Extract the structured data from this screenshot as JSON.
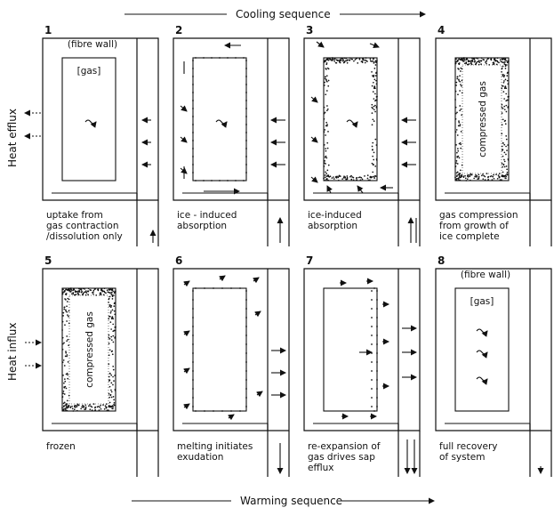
{
  "cooling_sequence": "Cooling sequence",
  "warming_sequence": "Warming sequence",
  "heat_efflux": "Heat efflux",
  "heat_influx": "Heat influx",
  "fibre_wall": "(fibre wall)",
  "gas": "[gas]",
  "compressed_gas": "compressed gas",
  "panels": [
    {
      "num": "1",
      "caption": [
        "uptake from",
        "gas contraction",
        "/dissolution only"
      ]
    },
    {
      "num": "2",
      "caption": [
        "ice - induced",
        "absorption"
      ]
    },
    {
      "num": "3",
      "caption": [
        "ice-induced",
        "absorption"
      ]
    },
    {
      "num": "4",
      "caption": [
        "gas compression",
        "from growth of",
        "ice complete"
      ]
    },
    {
      "num": "5",
      "caption": [
        "frozen"
      ]
    },
    {
      "num": "6",
      "caption": [
        "melting initiates",
        "exudation"
      ]
    },
    {
      "num": "7",
      "caption": [
        "re-expansion of",
        "gas drives sap",
        "efflux"
      ]
    },
    {
      "num": "8",
      "caption": [
        "full recovery",
        "of system"
      ]
    }
  ]
}
